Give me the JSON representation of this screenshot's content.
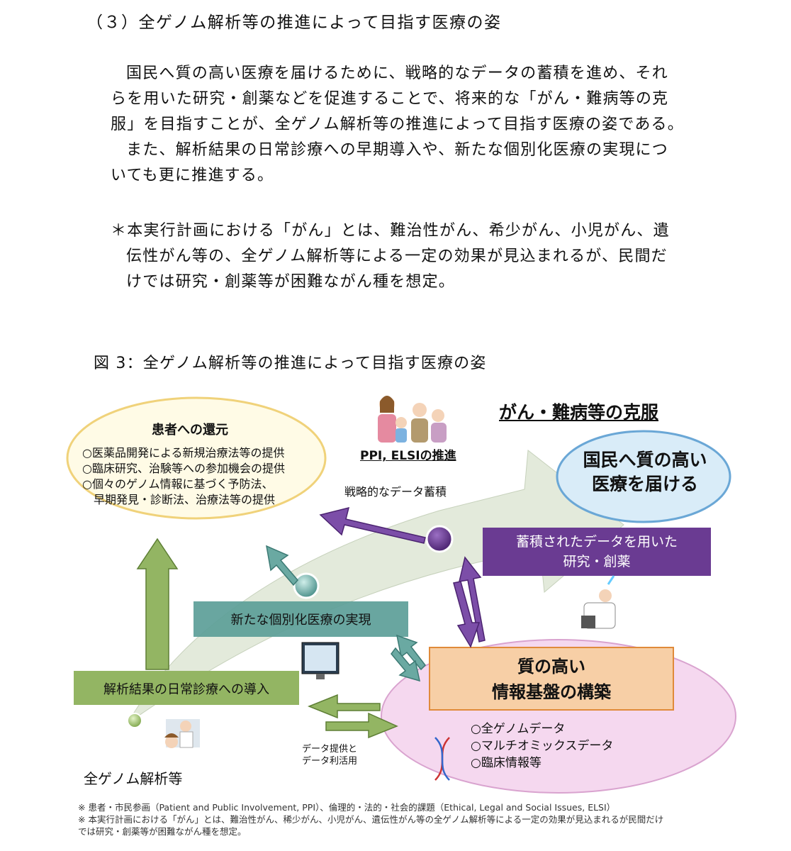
{
  "section": {
    "heading": "（３）全ゲノム解析等の推進によって目指す医療の姿",
    "paragraph1": [
      "国民へ質の高い医療を届けるために、戦略的なデータの蓄積を進め、それ",
      "らを用いた研究・創薬などを促進することで、将来的な「がん・難病等の克",
      "服」を目指すことが、全ゲノム解析等の推進によって目指す医療の姿である。"
    ],
    "paragraph2": [
      "また、解析結果の日常診療への早期導入や、新たな個別化医療の実現につ",
      "いても更に推進する。"
    ],
    "note": [
      "＊本実行計画における「がん」とは、難治性がん、希少がん、小児がん、遺",
      "伝性がん等の、全ゲノム解析等による一定の効果が見込まれるが、民間だ",
      "けでは研究・創薬等が困難ながん種を想定。"
    ]
  },
  "figure": {
    "title": "図 3：全ゲノム解析等の推進によって目指す医療の姿",
    "top_label": "がん・難病等の克服",
    "ppi_label": "PPI, ELSIの推進",
    "strategy_label": "戦略的なデータ蓄積",
    "patient_return": {
      "title": "患者への還元",
      "items": [
        "○医薬品開発による新規治療法等の提供",
        "○臨床研究、治験等への参加機会の提供",
        "○個々のゲノム情報に基づく予防法、",
        "　早期発見・診断法、治療法等の提供"
      ]
    },
    "goal": [
      "国民へ質の高い",
      "医療を届ける"
    ],
    "research_box": [
      "蓄積されたデータを用いた",
      "研究・創薬"
    ],
    "personalized_box": "新たな個別化医療の実現",
    "daily_box": "解析結果の日常診療への導入",
    "infra": {
      "title": [
        "質の高い",
        "情報基盤の構築"
      ],
      "items": [
        "○全ゲノムデータ",
        "○マルチオミックスデータ",
        "○臨床情報等"
      ]
    },
    "data_label": [
      "データ提供と",
      "データ利活用"
    ],
    "origin_label": "全ゲノム解析等"
  },
  "footnotes": [
    "※ 患者・市民参画（Patient and Public Involvement, PPI）、倫理的・法的・社会的課題（Ethical, Legal and Social Issues, ELSI）",
    "※ 本実行計画における「がん」とは、難治性がん、稀少がん、小児がん、遺伝性がん等の全ゲノム解析等による一定の効果が見込まれるが民間だけ",
    "では研究・創薬等が困難ながん種を想定。"
  ],
  "colors": {
    "purple": "#6a3b92",
    "teal": "#4f9a94",
    "green": "#8db05a",
    "orange": "#f6c89a",
    "pink": "#f5d8ef",
    "yellow_fill": "#fffbe6",
    "blue_fill": "#d9ecf8",
    "swoosh": "#e3eadb"
  }
}
